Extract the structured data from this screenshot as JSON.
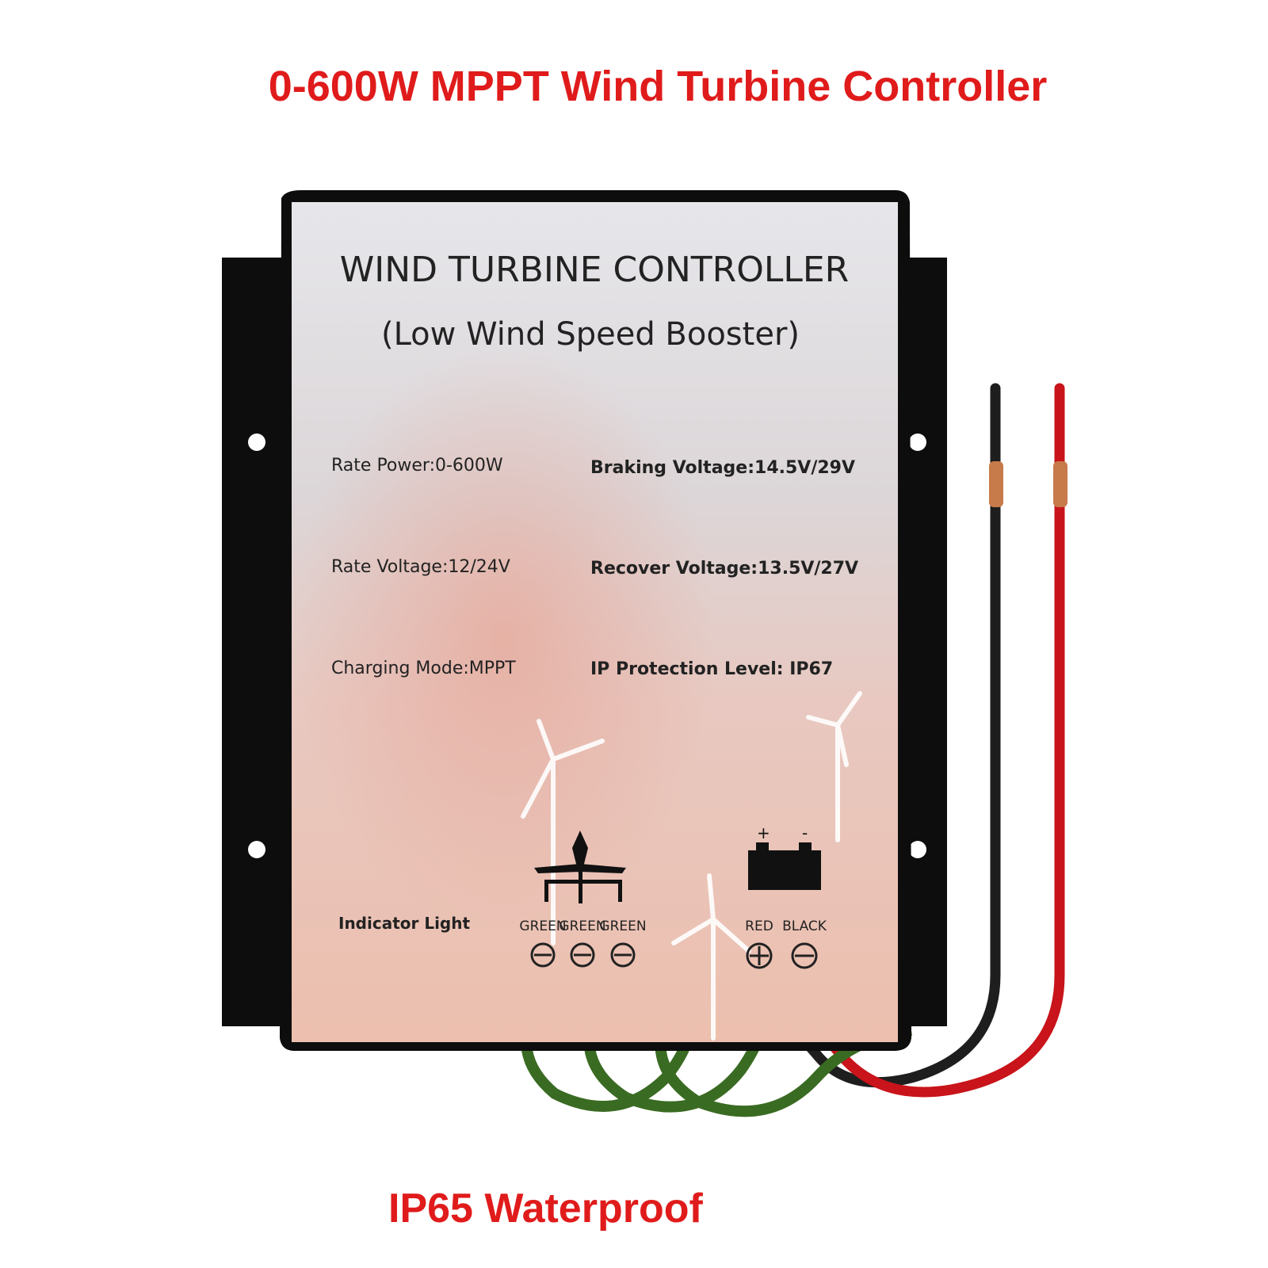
{
  "headline": "0-600W MPPT Wind Turbine Controller",
  "footer": "IP65 Waterproof",
  "panel": {
    "title": "WIND TURBINE CONTROLLER",
    "subtitle": "(Low Wind Speed Booster)",
    "specs_left": [
      "Rate Power:0-600W",
      "Rate Voltage:12/24V",
      "Charging Mode:MPPT"
    ],
    "specs_right": [
      "Braking Voltage:14.5V/29V",
      "Recover Voltage:13.5V/27V",
      "IP Protection Level:  IP67"
    ],
    "indicator_label": "Indicator Light",
    "input_labels": [
      "GREEN",
      "GREEN",
      "GREEN"
    ],
    "battery_labels": [
      "RED",
      "BLACK"
    ],
    "battery_plus": "+",
    "battery_minus": "-"
  },
  "colors": {
    "headline": "#e01b1b",
    "housing": "#0d0d0d",
    "wire_green": "#3a6b22",
    "wire_red": "#c8141a",
    "wire_black": "#1e1e1e",
    "copper": "#c77a4a"
  }
}
